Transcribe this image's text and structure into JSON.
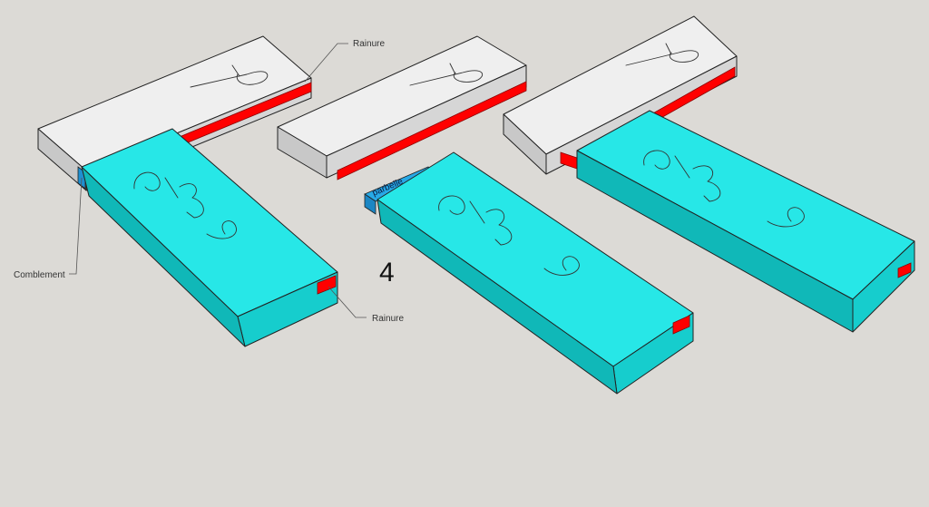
{
  "labels": {
    "rainure_top": "Rainure",
    "rainure_bottom": "Rainure",
    "comblement": "Comblement",
    "step_number": "4",
    "parbelle_tag": "parbelle"
  },
  "colors": {
    "background": "#dcdad6",
    "white_top": "#efefef",
    "white_side": "#d6d6d6",
    "white_end": "#c8c8c8",
    "cyan_top": "#27e7e7",
    "cyan_side": "#16cdcd",
    "cyan_end": "#10b8b8",
    "groove_red": "#ff0000",
    "tenon_blue": "#27a9e6"
  }
}
